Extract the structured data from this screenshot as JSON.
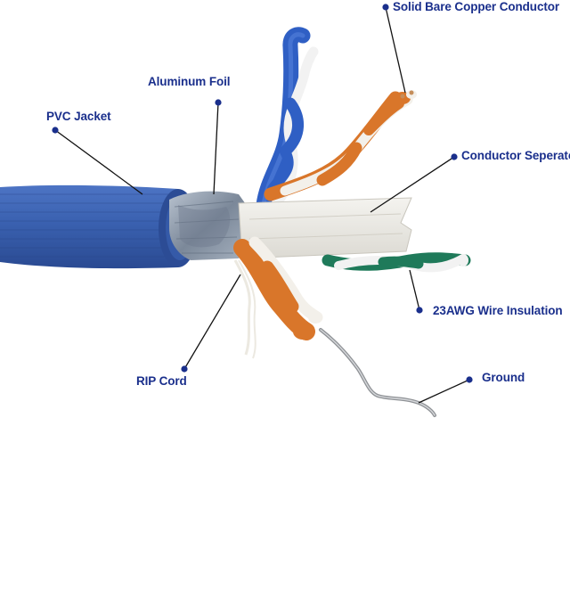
{
  "labels": {
    "solid_bare_copper_conductor": "Solid Bare Copper Conductor",
    "aluminum_foil": "Aluminum Foil",
    "pvc_jacket": "PVC Jacket",
    "conductor_separator": "Conductor Seperator",
    "wire_insulation": "23AWG Wire Insulation",
    "rip_cord": "RIP Cord",
    "ground": "Ground"
  },
  "colors": {
    "label_text": "#1a2f8c",
    "callout_dot": "#1a2f8c",
    "leader_line": "#111111",
    "jacket_blue": "#3a5fae",
    "foil": "#8a97a8",
    "blue_wire": "#2f5fc4",
    "orange_wire": "#d9762a",
    "green_wire": "#1f7a5a",
    "separator": "#ecebe6",
    "copper": "#c58d5a",
    "ground_wire": "#9a9a9a"
  }
}
